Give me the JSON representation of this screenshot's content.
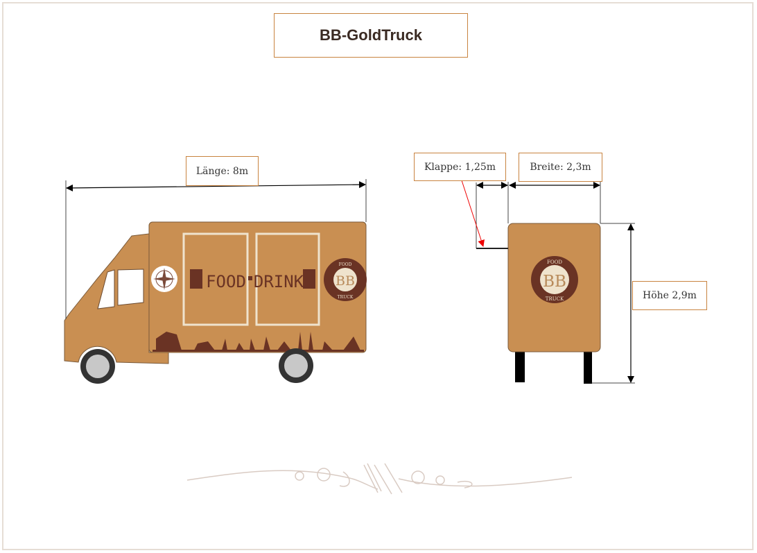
{
  "title": "BB-GoldTruck",
  "dimensions": {
    "length": "Länge: 8m",
    "flap": "Klappe: 1,25m",
    "width": "Breite: 2,3m",
    "height": "Höhe 2,9m"
  },
  "truck_side": {
    "food": "FOOD",
    "drink": "DRINK"
  },
  "logo": {
    "top": "FOOD",
    "initials": "BB",
    "bottom": "TRUCK"
  },
  "colors": {
    "truck": "#c98f52",
    "brown": "#6a3324",
    "accent": "#c8833f",
    "cream": "#efe3cd"
  }
}
